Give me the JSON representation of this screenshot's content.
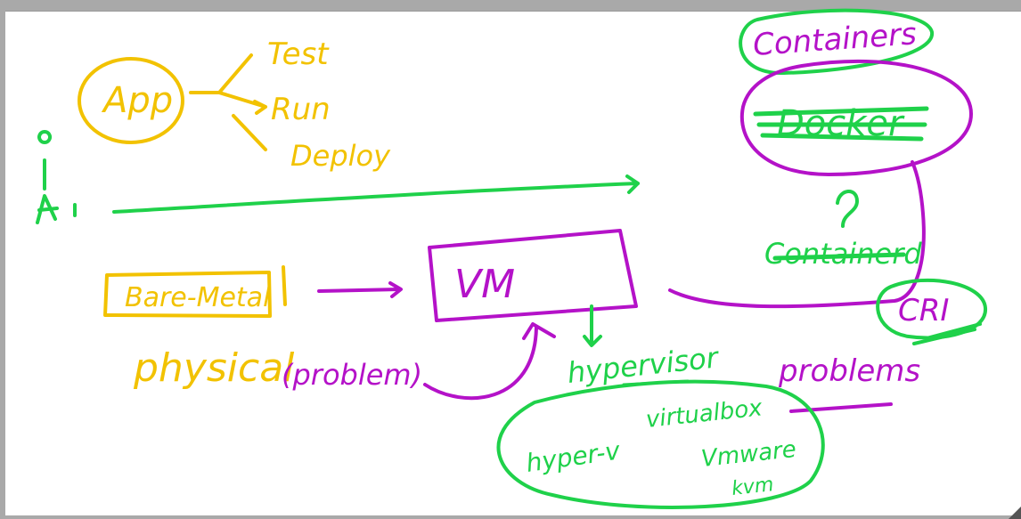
{
  "whiteboard": {
    "colors": {
      "yellow": "#f2c200",
      "green": "#1fd14a",
      "purple": "#b412c8",
      "background": "#ffffff"
    },
    "labels": {
      "app": "App",
      "test": "Test",
      "run": "Run",
      "deploy": "Deploy",
      "bare_metal": "Bare-Metal",
      "physical": "physical",
      "problem": "(problem)",
      "vm": "VM",
      "hypervisor": "hypervisor",
      "problems": "problems",
      "hyperv": "hyper-v",
      "virtualbox": "virtualbox",
      "vmware": "Vmware",
      "kvm": "kvm",
      "containers": "Containers",
      "docker": "Docker",
      "containerd": "Containerd",
      "cri": "CRI"
    }
  }
}
